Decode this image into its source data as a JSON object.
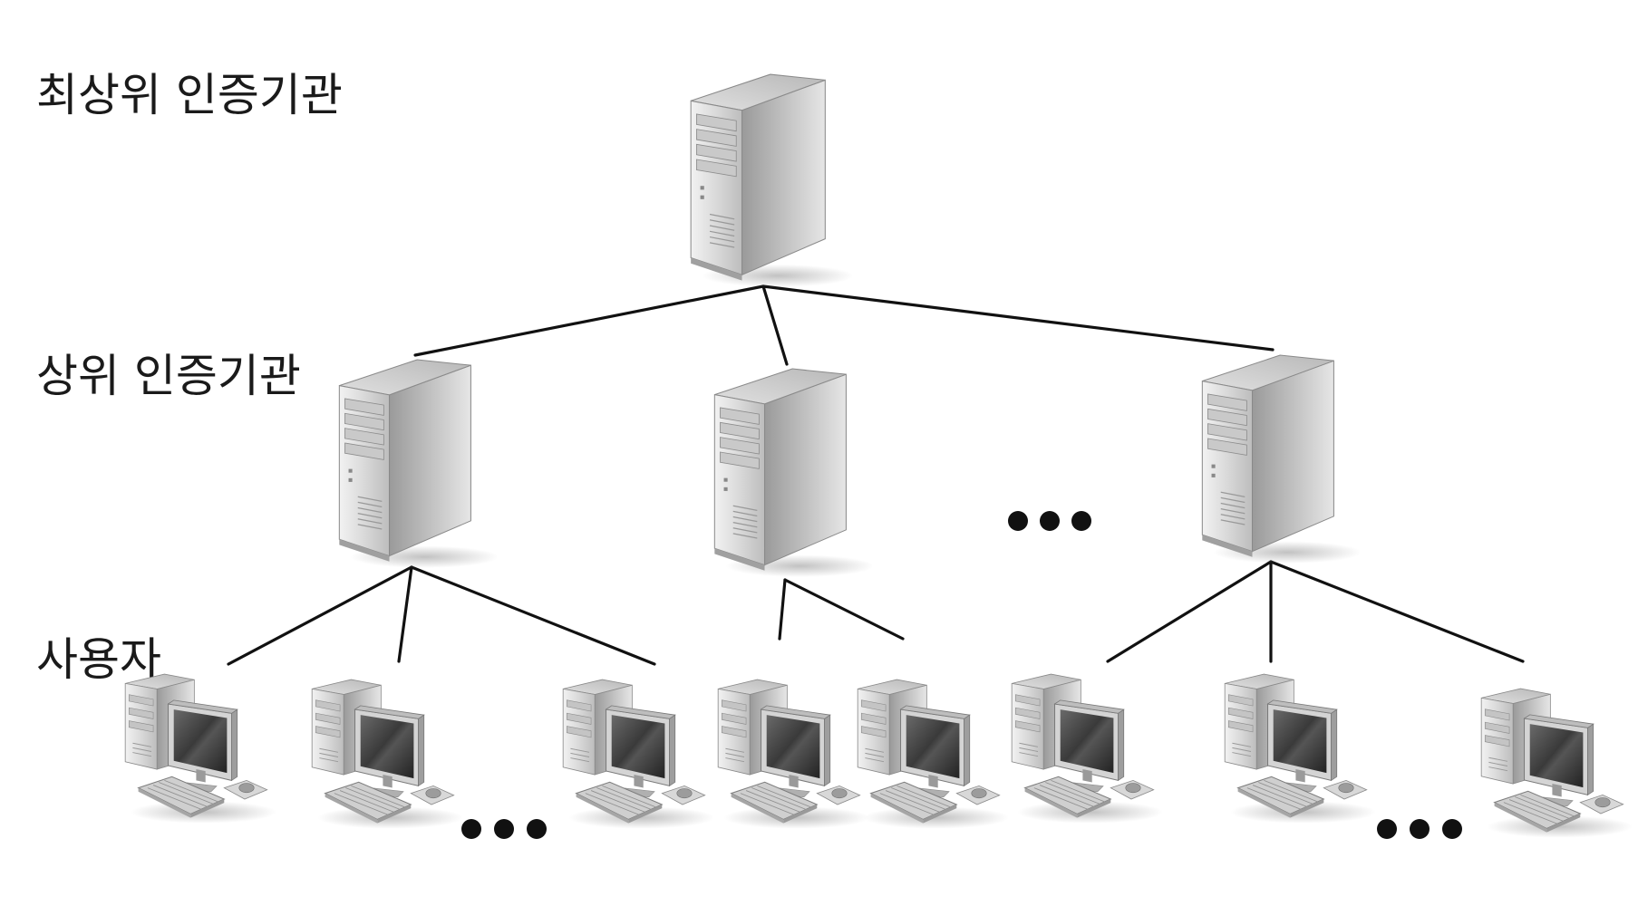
{
  "tiers": {
    "root_label": "최상위 인증기관",
    "intermediate_label": "상위 인증기관",
    "users_label": "사용자"
  },
  "nodes": {
    "root": {
      "icon": "server-tower-icon"
    },
    "intermediate": [
      {
        "icon": "server-tower-icon"
      },
      {
        "icon": "server-tower-icon"
      },
      {
        "icon": "server-tower-icon"
      }
    ],
    "users": [
      {
        "icon": "desktop-computer-icon",
        "parent": 0
      },
      {
        "icon": "desktop-computer-icon",
        "parent": 0
      },
      {
        "icon": "desktop-computer-icon",
        "parent": 0
      },
      {
        "icon": "desktop-computer-icon",
        "parent": 1
      },
      {
        "icon": "desktop-computer-icon",
        "parent": 1
      },
      {
        "icon": "desktop-computer-icon",
        "parent": 2
      },
      {
        "icon": "desktop-computer-icon",
        "parent": 2
      },
      {
        "icon": "desktop-computer-icon",
        "parent": 2
      }
    ]
  },
  "ellipsis": "● ● ●",
  "colors": {
    "background": "#ffffff",
    "lines": "#111111",
    "text": "#1a1a1a"
  }
}
